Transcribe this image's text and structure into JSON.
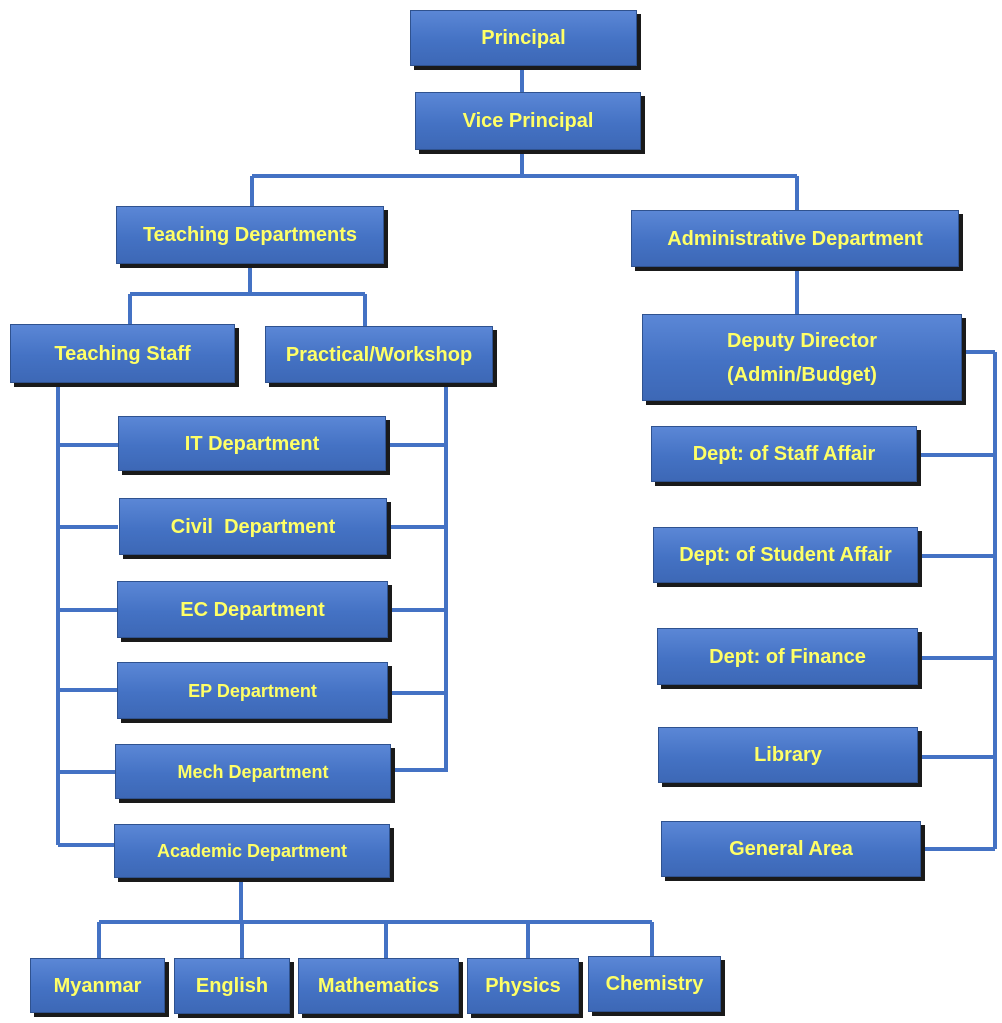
{
  "nodes": {
    "principal": "Principal",
    "vice_principal": "Vice Principal",
    "teaching_departments": "Teaching Departments",
    "administrative_department": "Administrative Department",
    "teaching_staff": "Teaching Staff",
    "practical_workshop": "Practical/Workshop",
    "it_department": "IT Department",
    "civil_department": "Civil  Department",
    "ec_department": "EC Department",
    "ep_department": "EP Department",
    "mech_department": "Mech Department",
    "academic_department": "Academic Department",
    "deputy_director_line1": "Deputy Director",
    "deputy_director_line2": "(Admin/Budget)",
    "staff_affair": "Dept: of Staff Affair",
    "student_affair": "Dept: of Student Affair",
    "finance": "Dept: of Finance",
    "library": "Library",
    "general_area": "General Area",
    "myanmar": "Myanmar",
    "english": "English",
    "mathematics": "Mathematics",
    "physics": "Physics",
    "chemistry": "Chemistry"
  },
  "colors": {
    "box_fill": "#4472c4",
    "box_text": "#ffff66",
    "connector": "#4472c4"
  }
}
